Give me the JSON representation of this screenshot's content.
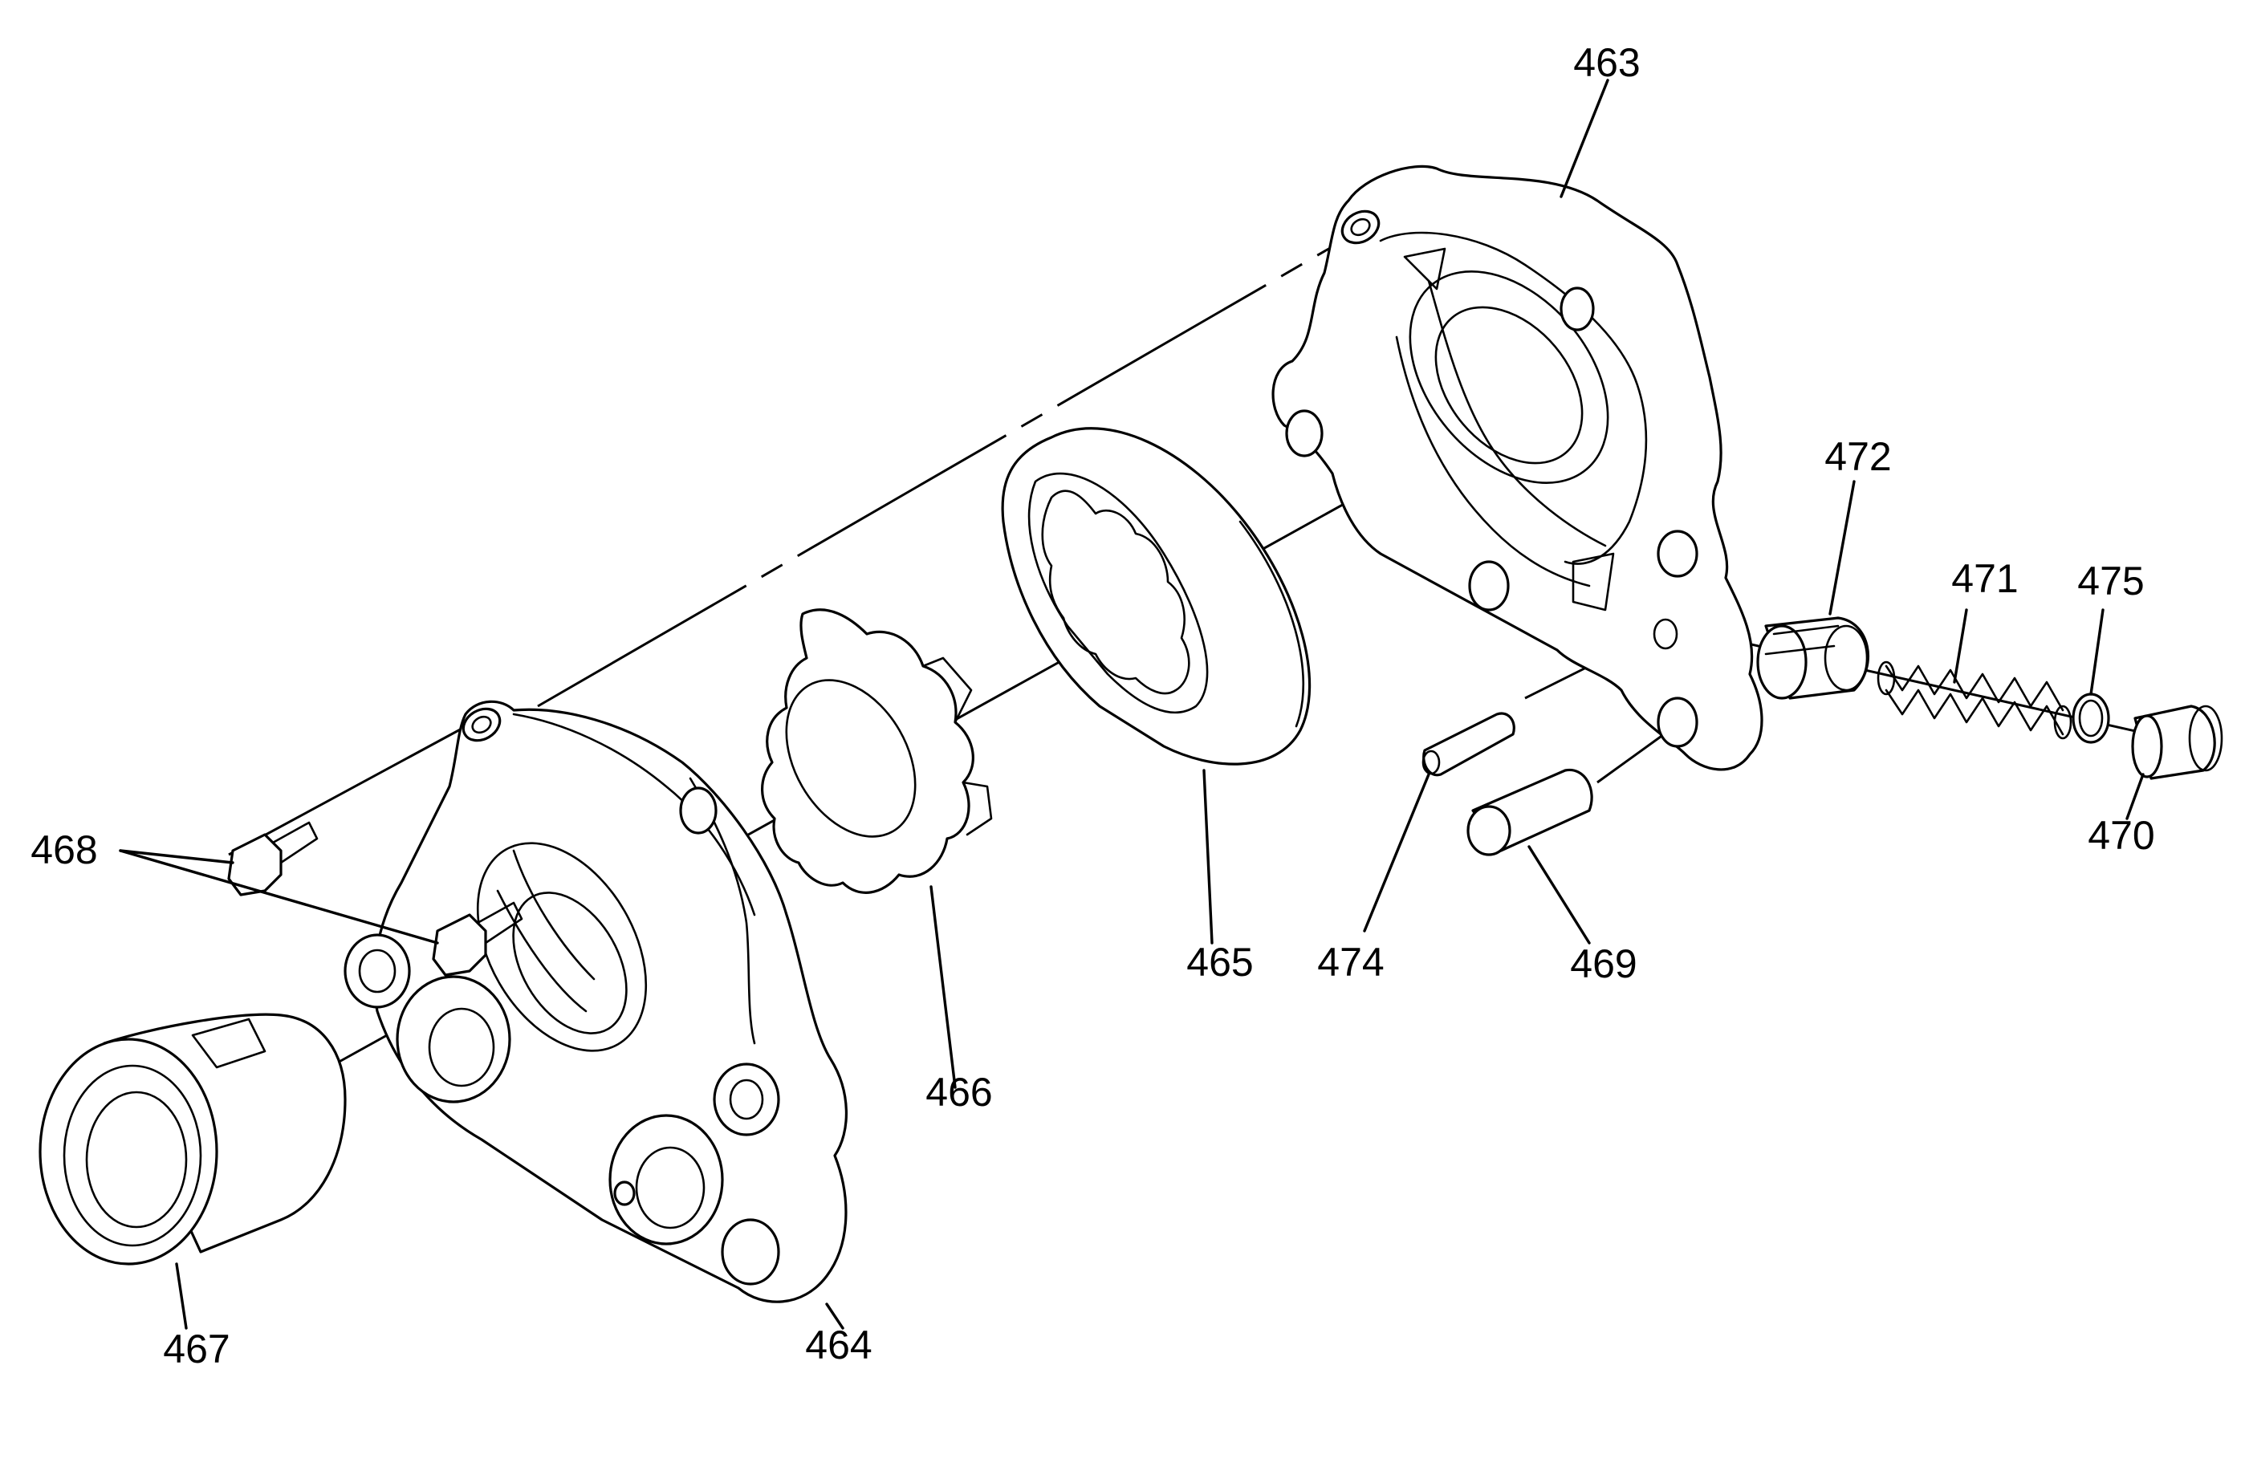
{
  "callouts": {
    "c463": "463",
    "c464": "464",
    "c465": "465",
    "c466": "466",
    "c467": "467",
    "c468": "468",
    "c469": "469",
    "c470": "470",
    "c471": "471",
    "c472": "472",
    "c474": "474",
    "c475": "475"
  }
}
